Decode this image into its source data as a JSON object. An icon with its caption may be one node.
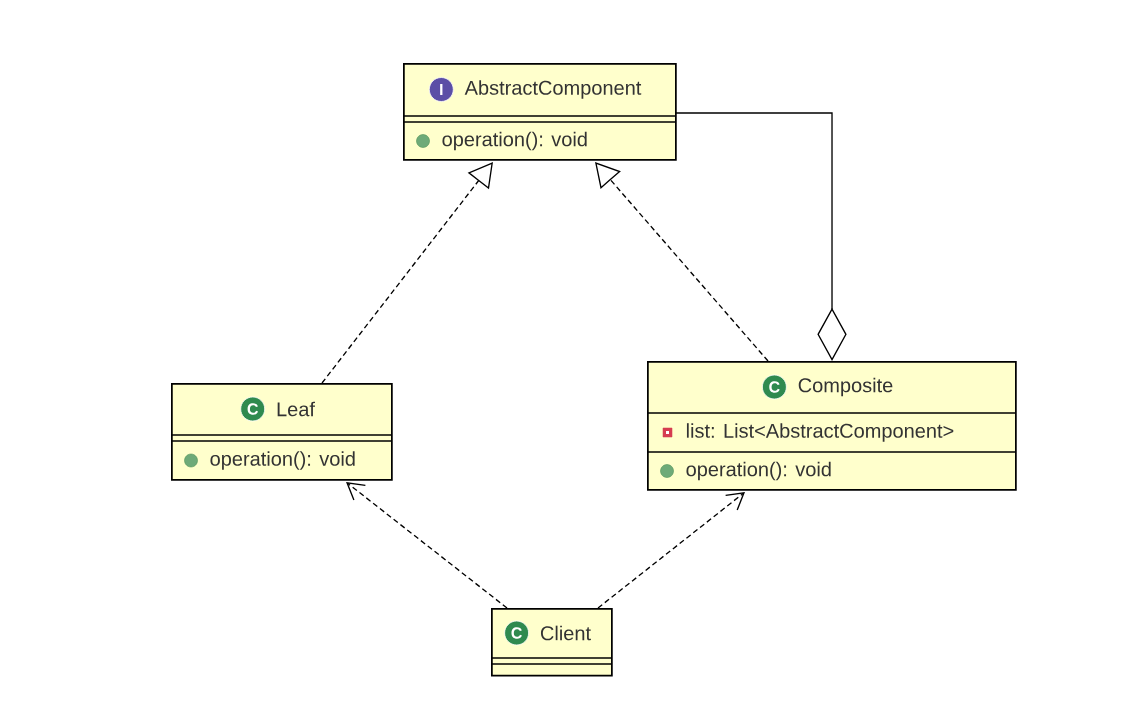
{
  "diagram": {
    "nodes": [
      {
        "text": [
          "I",
          "AbstractComponent",
          "operation(): void"
        ]
      },
      {
        "text": [
          "C",
          "Leaf",
          "operation(): void"
        ]
      },
      {
        "text": [
          "C",
          "Composite",
          "list: List<AbstractComponent>",
          "operation(): void"
        ]
      },
      {
        "text": [
          "C",
          "Client"
        ]
      }
    ],
    "edges": [
      {
        "from": 1,
        "to": 0,
        "arrow": "to",
        "style": "dashed"
      },
      {
        "from": 2,
        "to": 0,
        "arrow": "to",
        "style": "dashed"
      },
      {
        "from": 0,
        "to": 2,
        "arrow": "other"
      },
      {
        "from": 3,
        "to": 1,
        "arrow": "to",
        "style": "dashed"
      },
      {
        "from": 3,
        "to": 2,
        "arrow": "to",
        "style": "dashed"
      }
    ]
  }
}
